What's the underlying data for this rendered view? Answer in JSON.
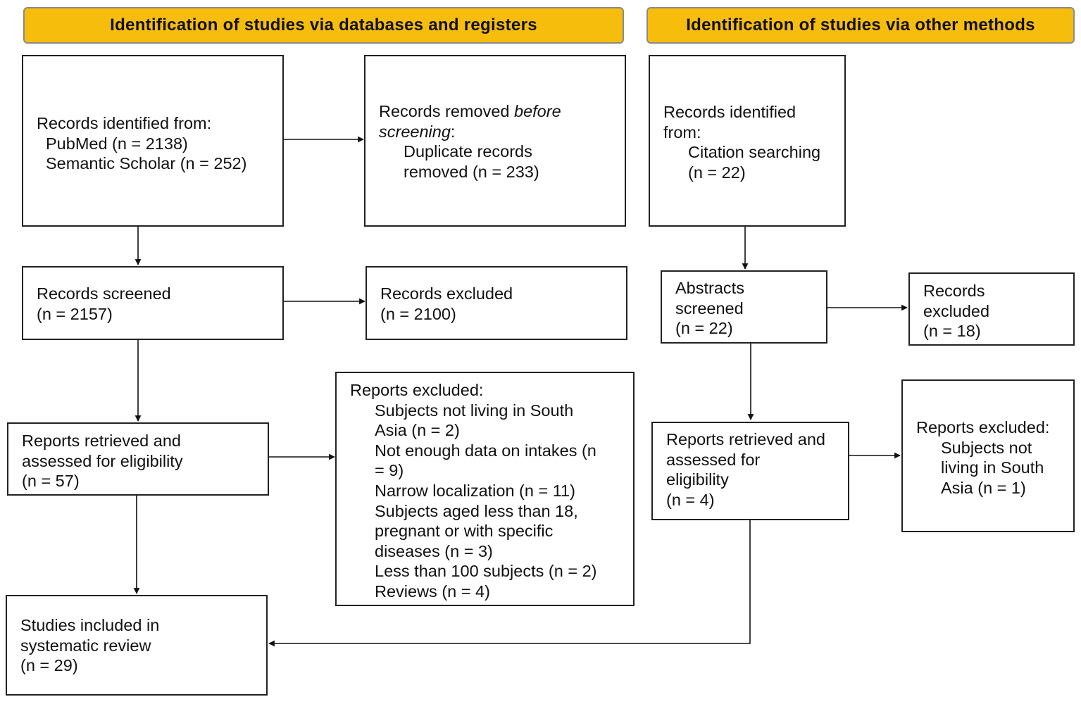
{
  "headers": {
    "databases": "Identification of studies via databases and registers",
    "other_methods": "Identification of studies via other methods"
  },
  "left": {
    "identified": {
      "title": "Records identified from:",
      "pubmed": "PubMed (n = 2138)",
      "semantic": "Semantic Scholar (n = 252)"
    },
    "removed": {
      "prefix": "Records removed ",
      "italic": "before",
      "line2_italic": "screening",
      "line2_colon": ":",
      "dup1": "Duplicate records",
      "dup2": "removed (n = 233)"
    },
    "screened": {
      "title": "Records screened",
      "count": "(n = 2157)"
    },
    "excluded": {
      "title": "Records excluded",
      "count": "(n = 2100)"
    },
    "retrieved": {
      "line1": "Reports retrieved and",
      "line2": "assessed for eligibility",
      "count": "(n = 57)"
    },
    "reports_excluded": {
      "title": "Reports excluded:",
      "lines": [
        "Subjects not living in South",
        "Asia (n = 2)",
        "Not enough data on intakes (n",
        "= 9)",
        "Narrow localization  (n = 11)",
        "Subjects aged less than 18,",
        "pregnant or with specific",
        "diseases (n = 3)",
        "Less than 100 subjects (n = 2)",
        "Reviews (n = 4)"
      ]
    },
    "included": {
      "line1": "Studies included in",
      "line2": "systematic review",
      "count": "(n = 29)"
    }
  },
  "right": {
    "identified": {
      "line1": "Records identified",
      "line2": "from:",
      "method": "Citation searching",
      "count": "(n = 22)"
    },
    "abstracts": {
      "line1": "Abstracts",
      "line2": "screened",
      "count": "(n = 22)"
    },
    "excluded": {
      "line1": "Records",
      "line2": "excluded",
      "count": "(n = 18)"
    },
    "retrieved": {
      "line1": "Reports retrieved and",
      "line2": "assessed for",
      "line3": "eligibility",
      "count": "(n = 4)"
    },
    "reports_excluded": {
      "title": "Reports excluded:",
      "line1": "Subjects not",
      "line2": "living in South",
      "line3": "Asia (n = 1)"
    }
  }
}
